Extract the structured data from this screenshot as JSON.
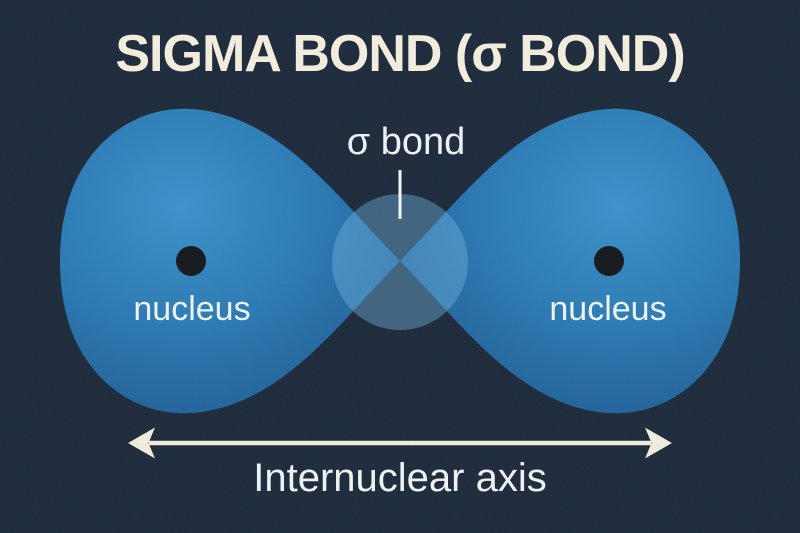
{
  "title": "SIGMA BOND (σ BOND)",
  "labels": {
    "sigma_bond": "σ bond",
    "nucleus_left": "nucleus",
    "nucleus_right": "nucleus",
    "internuclear_axis": "Internuclear axis"
  },
  "colors": {
    "background": "#1d2a3b",
    "title_text": "#f2ecdd",
    "label_text": "#edf1f3",
    "arrow": "#f1ecdc",
    "pointer_line": "#f4f7f9",
    "lobe_light": "#3b92ca",
    "lobe_mid": "#2b7ab3",
    "lobe_deep": "#22659c",
    "lobe_dark": "#1b4a75",
    "overlap_fill": "#6fb3e0",
    "nucleus_dot": "#15191d"
  }
}
